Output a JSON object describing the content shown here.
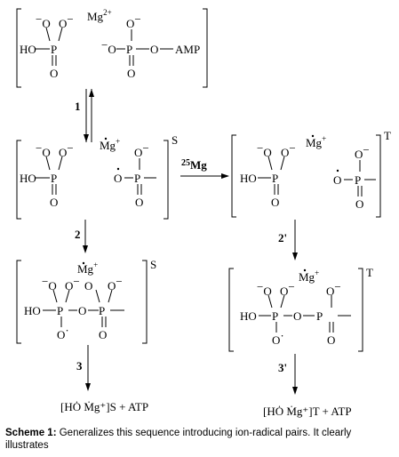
{
  "atoms": {
    "ho": "HO",
    "p": "P",
    "o": "O",
    "o_minus": "O",
    "minus": "−",
    "dot": "·",
    "amp": "AMP",
    "mg": "Mg",
    "mg_charge_2": "2+",
    "mg_charge_1": "+",
    "bond": "—"
  },
  "spin": {
    "singlet": "S",
    "triplet": "T"
  },
  "steps": {
    "s1": "1",
    "s2": "2",
    "s2p": "2'",
    "s3": "3",
    "s3p": "3'",
    "isotope_mass": "25",
    "isotope_symbol": "Mg"
  },
  "products": {
    "left": "[HȮ  Ṁg⁺]S + ATP",
    "right": "[HȮ  Ṁg⁺]T  + ATP"
  },
  "caption": {
    "label": "Scheme 1:",
    "text": " Generalizes this sequence introducing ion-radical pairs. It clearly illustrates"
  }
}
